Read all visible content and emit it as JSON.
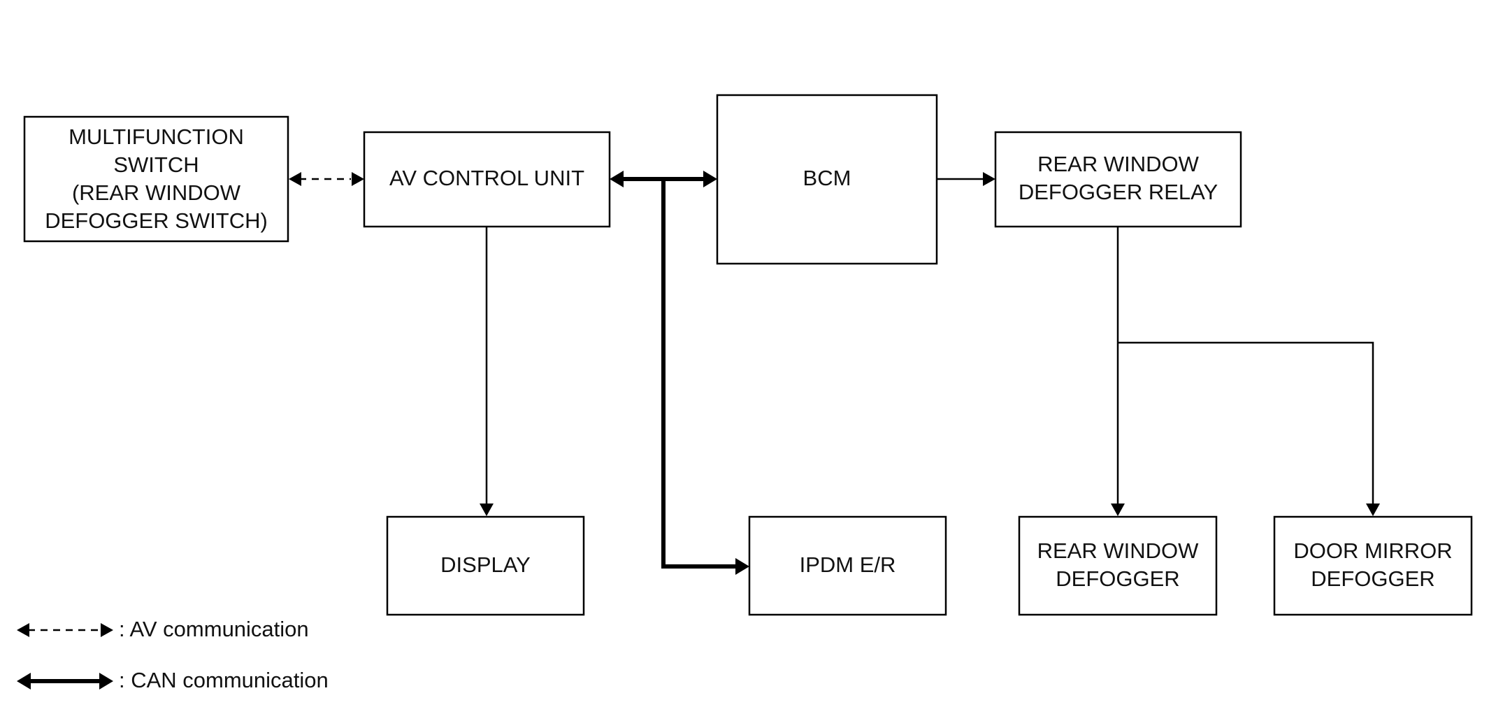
{
  "nodes": {
    "multifunction_switch": {
      "lines": [
        "MULTIFUNCTION",
        "SWITCH",
        "(REAR WINDOW",
        "DEFOGGER SWITCH)"
      ]
    },
    "av_control_unit": {
      "lines": [
        "AV CONTROL UNIT"
      ]
    },
    "bcm": {
      "lines": [
        "BCM"
      ]
    },
    "rear_window_defogger_relay": {
      "lines": [
        "REAR WINDOW",
        "DEFOGGER RELAY"
      ]
    },
    "display": {
      "lines": [
        "DISPLAY"
      ]
    },
    "ipdm_er": {
      "lines": [
        "IPDM E/R"
      ]
    },
    "rear_window_defogger": {
      "lines": [
        "REAR WINDOW",
        "DEFOGGER"
      ]
    },
    "door_mirror_defogger": {
      "lines": [
        "DOOR MIRROR",
        "DEFOGGER"
      ]
    }
  },
  "edges": [
    {
      "from": "multifunction_switch",
      "to": "av_control_unit",
      "type": "av",
      "direction": "bidirectional"
    },
    {
      "from": "av_control_unit",
      "to": "bcm",
      "type": "can",
      "direction": "bidirectional"
    },
    {
      "from": "av_control_unit",
      "to": "ipdm_er",
      "type": "can",
      "direction": "forward"
    },
    {
      "from": "av_control_unit",
      "to": "display",
      "type": "signal",
      "direction": "forward"
    },
    {
      "from": "bcm",
      "to": "rear_window_defogger_relay",
      "type": "signal",
      "direction": "forward"
    },
    {
      "from": "rear_window_defogger_relay",
      "to": "rear_window_defogger",
      "type": "signal",
      "direction": "forward"
    },
    {
      "from": "rear_window_defogger_relay",
      "to": "door_mirror_defogger",
      "type": "signal",
      "direction": "forward"
    }
  ],
  "legend": {
    "av": {
      "label": ": AV communication"
    },
    "can": {
      "label": ": CAN communication"
    }
  }
}
